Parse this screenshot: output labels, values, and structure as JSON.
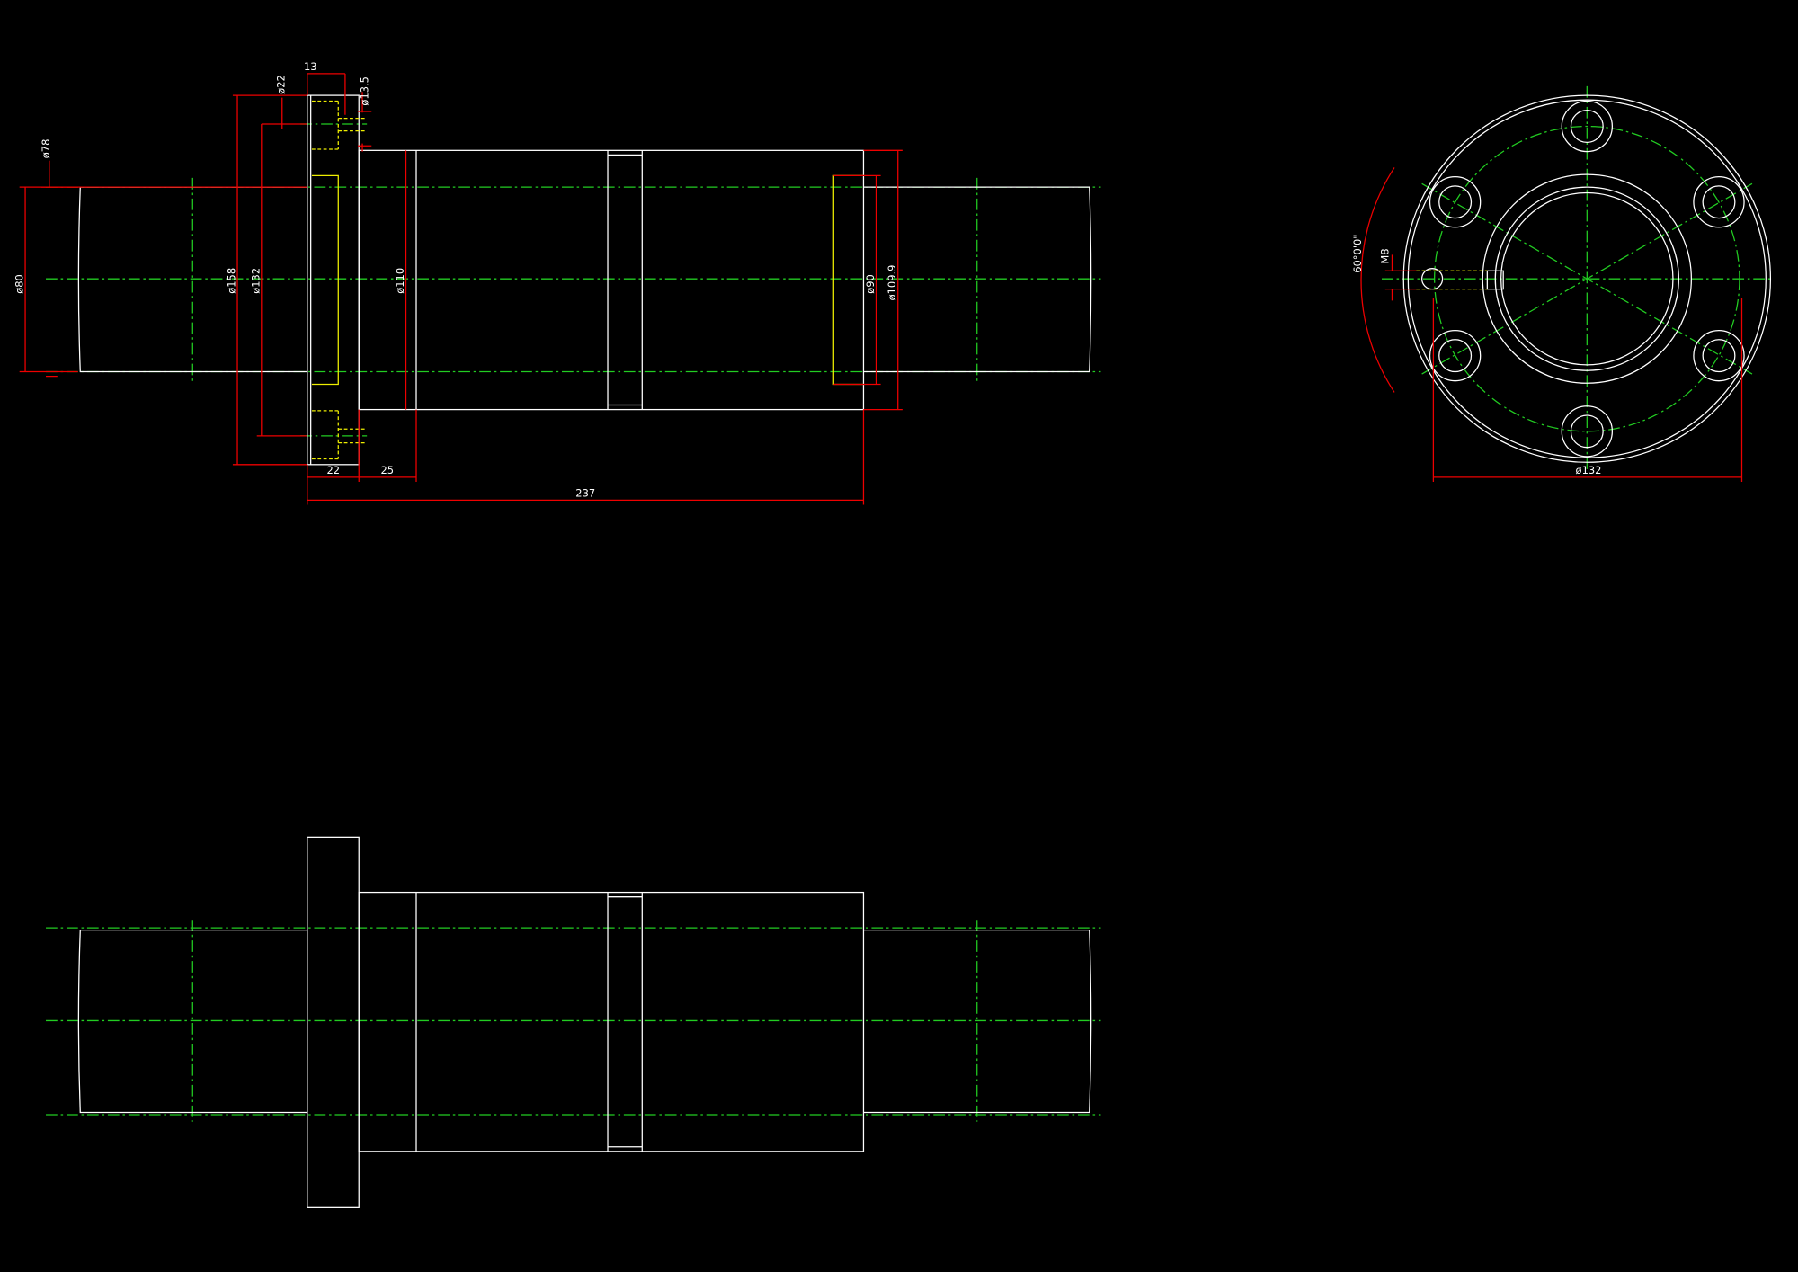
{
  "drawing": {
    "front_view_dims": {
      "d13": "13",
      "d22": "ø22",
      "d13_5": "ø13.5",
      "d78": "ø78",
      "d80": "ø80",
      "d158": "ø158",
      "d132": "ø132",
      "d110": "ø110",
      "d90": "ø90",
      "d109_9": "ø109.9",
      "len22": "22",
      "len25": "25",
      "len237": "237"
    },
    "end_view_dims": {
      "angle": "60°0'0\"",
      "thread": "M8",
      "bolt_circle": "ø132"
    },
    "colors": {
      "outline": "#ffffff",
      "dimension": "#ee0000",
      "centerline": "#22cc22",
      "hidden": "#eeee00"
    }
  }
}
